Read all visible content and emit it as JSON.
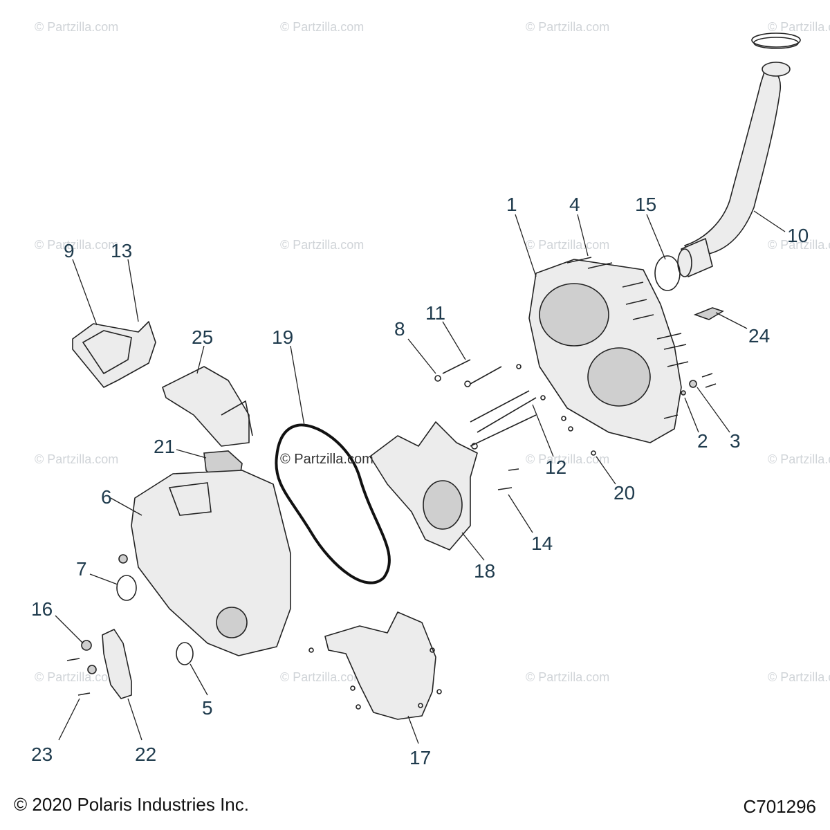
{
  "diagram": {
    "callouts": [
      {
        "id": "1",
        "text": "1"
      },
      {
        "id": "2",
        "text": "2"
      },
      {
        "id": "3",
        "text": "3"
      },
      {
        "id": "4",
        "text": "4"
      },
      {
        "id": "5",
        "text": "5"
      },
      {
        "id": "6",
        "text": "6"
      },
      {
        "id": "7",
        "text": "7"
      },
      {
        "id": "8",
        "text": "8"
      },
      {
        "id": "9",
        "text": "9"
      },
      {
        "id": "10",
        "text": "10"
      },
      {
        "id": "11",
        "text": "11"
      },
      {
        "id": "12",
        "text": "12"
      },
      {
        "id": "13",
        "text": "13"
      },
      {
        "id": "14",
        "text": "14"
      },
      {
        "id": "15",
        "text": "15"
      },
      {
        "id": "16",
        "text": "16"
      },
      {
        "id": "17",
        "text": "17"
      },
      {
        "id": "18",
        "text": "18"
      },
      {
        "id": "19",
        "text": "19"
      },
      {
        "id": "20",
        "text": "20"
      },
      {
        "id": "21",
        "text": "21"
      },
      {
        "id": "22",
        "text": "22"
      },
      {
        "id": "23",
        "text": "23"
      },
      {
        "id": "24",
        "text": "24"
      },
      {
        "id": "25",
        "text": "25"
      }
    ],
    "watermark": "© Partzilla.com",
    "center_watermark": "© Partzilla.com"
  },
  "footer": {
    "copyright": "© 2020 Polaris Industries Inc.",
    "diagram_code": "C701296"
  },
  "colors": {
    "callout": "#1f3b4d",
    "watermark": "#d0d4d8",
    "part_fill": "#ececec",
    "outline": "#222222"
  }
}
